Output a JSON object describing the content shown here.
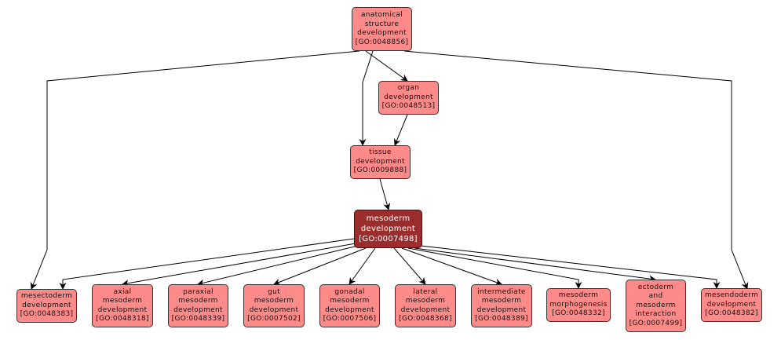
{
  "colors": {
    "node_fill": "#ff8a8a",
    "focus_fill": "#9b2d2d",
    "edge": "#000000"
  },
  "nodes": {
    "n48856": {
      "lines": [
        "anatomical",
        "structure",
        "development",
        "[GO:0048856]"
      ]
    },
    "n48513": {
      "lines": [
        "organ",
        "development",
        "[GO:0048513]"
      ]
    },
    "n9888": {
      "lines": [
        "tissue",
        "development",
        "[GO:0009888]"
      ]
    },
    "n7498": {
      "lines": [
        "mesoderm",
        "development",
        "[GO:0007498]"
      ]
    },
    "n48383": {
      "lines": [
        "mesectoderm",
        "development",
        "[GO:0048383]"
      ]
    },
    "n48318": {
      "lines": [
        "axial",
        "mesoderm",
        "development",
        "[GO:0048318]"
      ]
    },
    "n48339": {
      "lines": [
        "paraxial",
        "mesoderm",
        "development",
        "[GO:0048339]"
      ]
    },
    "n7502": {
      "lines": [
        "gut",
        "mesoderm",
        "development",
        "[GO:0007502]"
      ]
    },
    "n7506": {
      "lines": [
        "gonadal",
        "mesoderm",
        "development",
        "[GO:0007506]"
      ]
    },
    "n48368": {
      "lines": [
        "lateral",
        "mesoderm",
        "development",
        "[GO:0048368]"
      ]
    },
    "n48389": {
      "lines": [
        "intermediate",
        "mesoderm",
        "development",
        "[GO:0048389]"
      ]
    },
    "n48332": {
      "lines": [
        "mesoderm",
        "morphogenesis",
        "[GO:0048332]"
      ]
    },
    "n7499": {
      "lines": [
        "ectoderm",
        "and",
        "mesoderm",
        "interaction",
        "[GO:0007499]"
      ]
    },
    "n48382": {
      "lines": [
        "mesendoderm",
        "development",
        "[GO:0048382]"
      ]
    }
  },
  "edges": [
    {
      "from": "n48856",
      "to": "n48513"
    },
    {
      "from": "n48856",
      "to": "n9888"
    },
    {
      "from": "n48513",
      "to": "n9888"
    },
    {
      "from": "n9888",
      "to": "n7498"
    },
    {
      "from": "n48856",
      "to": "n48383"
    },
    {
      "from": "n48856",
      "to": "n48382"
    },
    {
      "from": "n7498",
      "to": "n48383"
    },
    {
      "from": "n7498",
      "to": "n48318"
    },
    {
      "from": "n7498",
      "to": "n48339"
    },
    {
      "from": "n7498",
      "to": "n7502"
    },
    {
      "from": "n7498",
      "to": "n7506"
    },
    {
      "from": "n7498",
      "to": "n48368"
    },
    {
      "from": "n7498",
      "to": "n48389"
    },
    {
      "from": "n7498",
      "to": "n48332"
    },
    {
      "from": "n7498",
      "to": "n7499"
    },
    {
      "from": "n7498",
      "to": "n48382"
    }
  ]
}
